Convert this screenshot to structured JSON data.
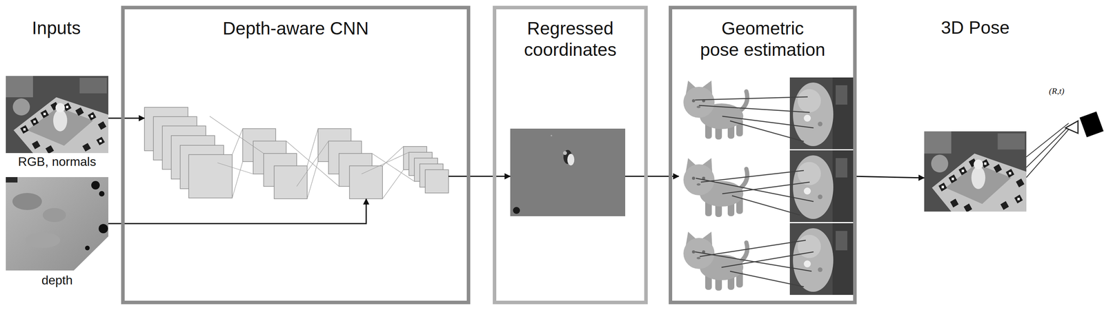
{
  "diagram": {
    "nodes": [
      {
        "text": [
          "RGB, normals"
        ]
      },
      {
        "text": [
          "depth"
        ]
      },
      {
        "text": [
          "Depth-aware CNN"
        ]
      },
      {
        "text": [
          "Regressed coordinates"
        ]
      },
      {
        "text": [
          "Geometric pose estimation"
        ]
      },
      {
        "text": [
          "3D Pose"
        ]
      }
    ],
    "edges": [
      {
        "from": 0,
        "to": 2,
        "arrow": "to"
      },
      {
        "from": 1,
        "to": 2,
        "arrow": "to"
      },
      {
        "from": 2,
        "to": 3,
        "arrow": "to"
      },
      {
        "from": 3,
        "to": 4,
        "arrow": "to"
      },
      {
        "from": 4,
        "to": 5,
        "arrow": "to"
      }
    ],
    "labels": [
      "Inputs",
      "(R,t)"
    ]
  }
}
